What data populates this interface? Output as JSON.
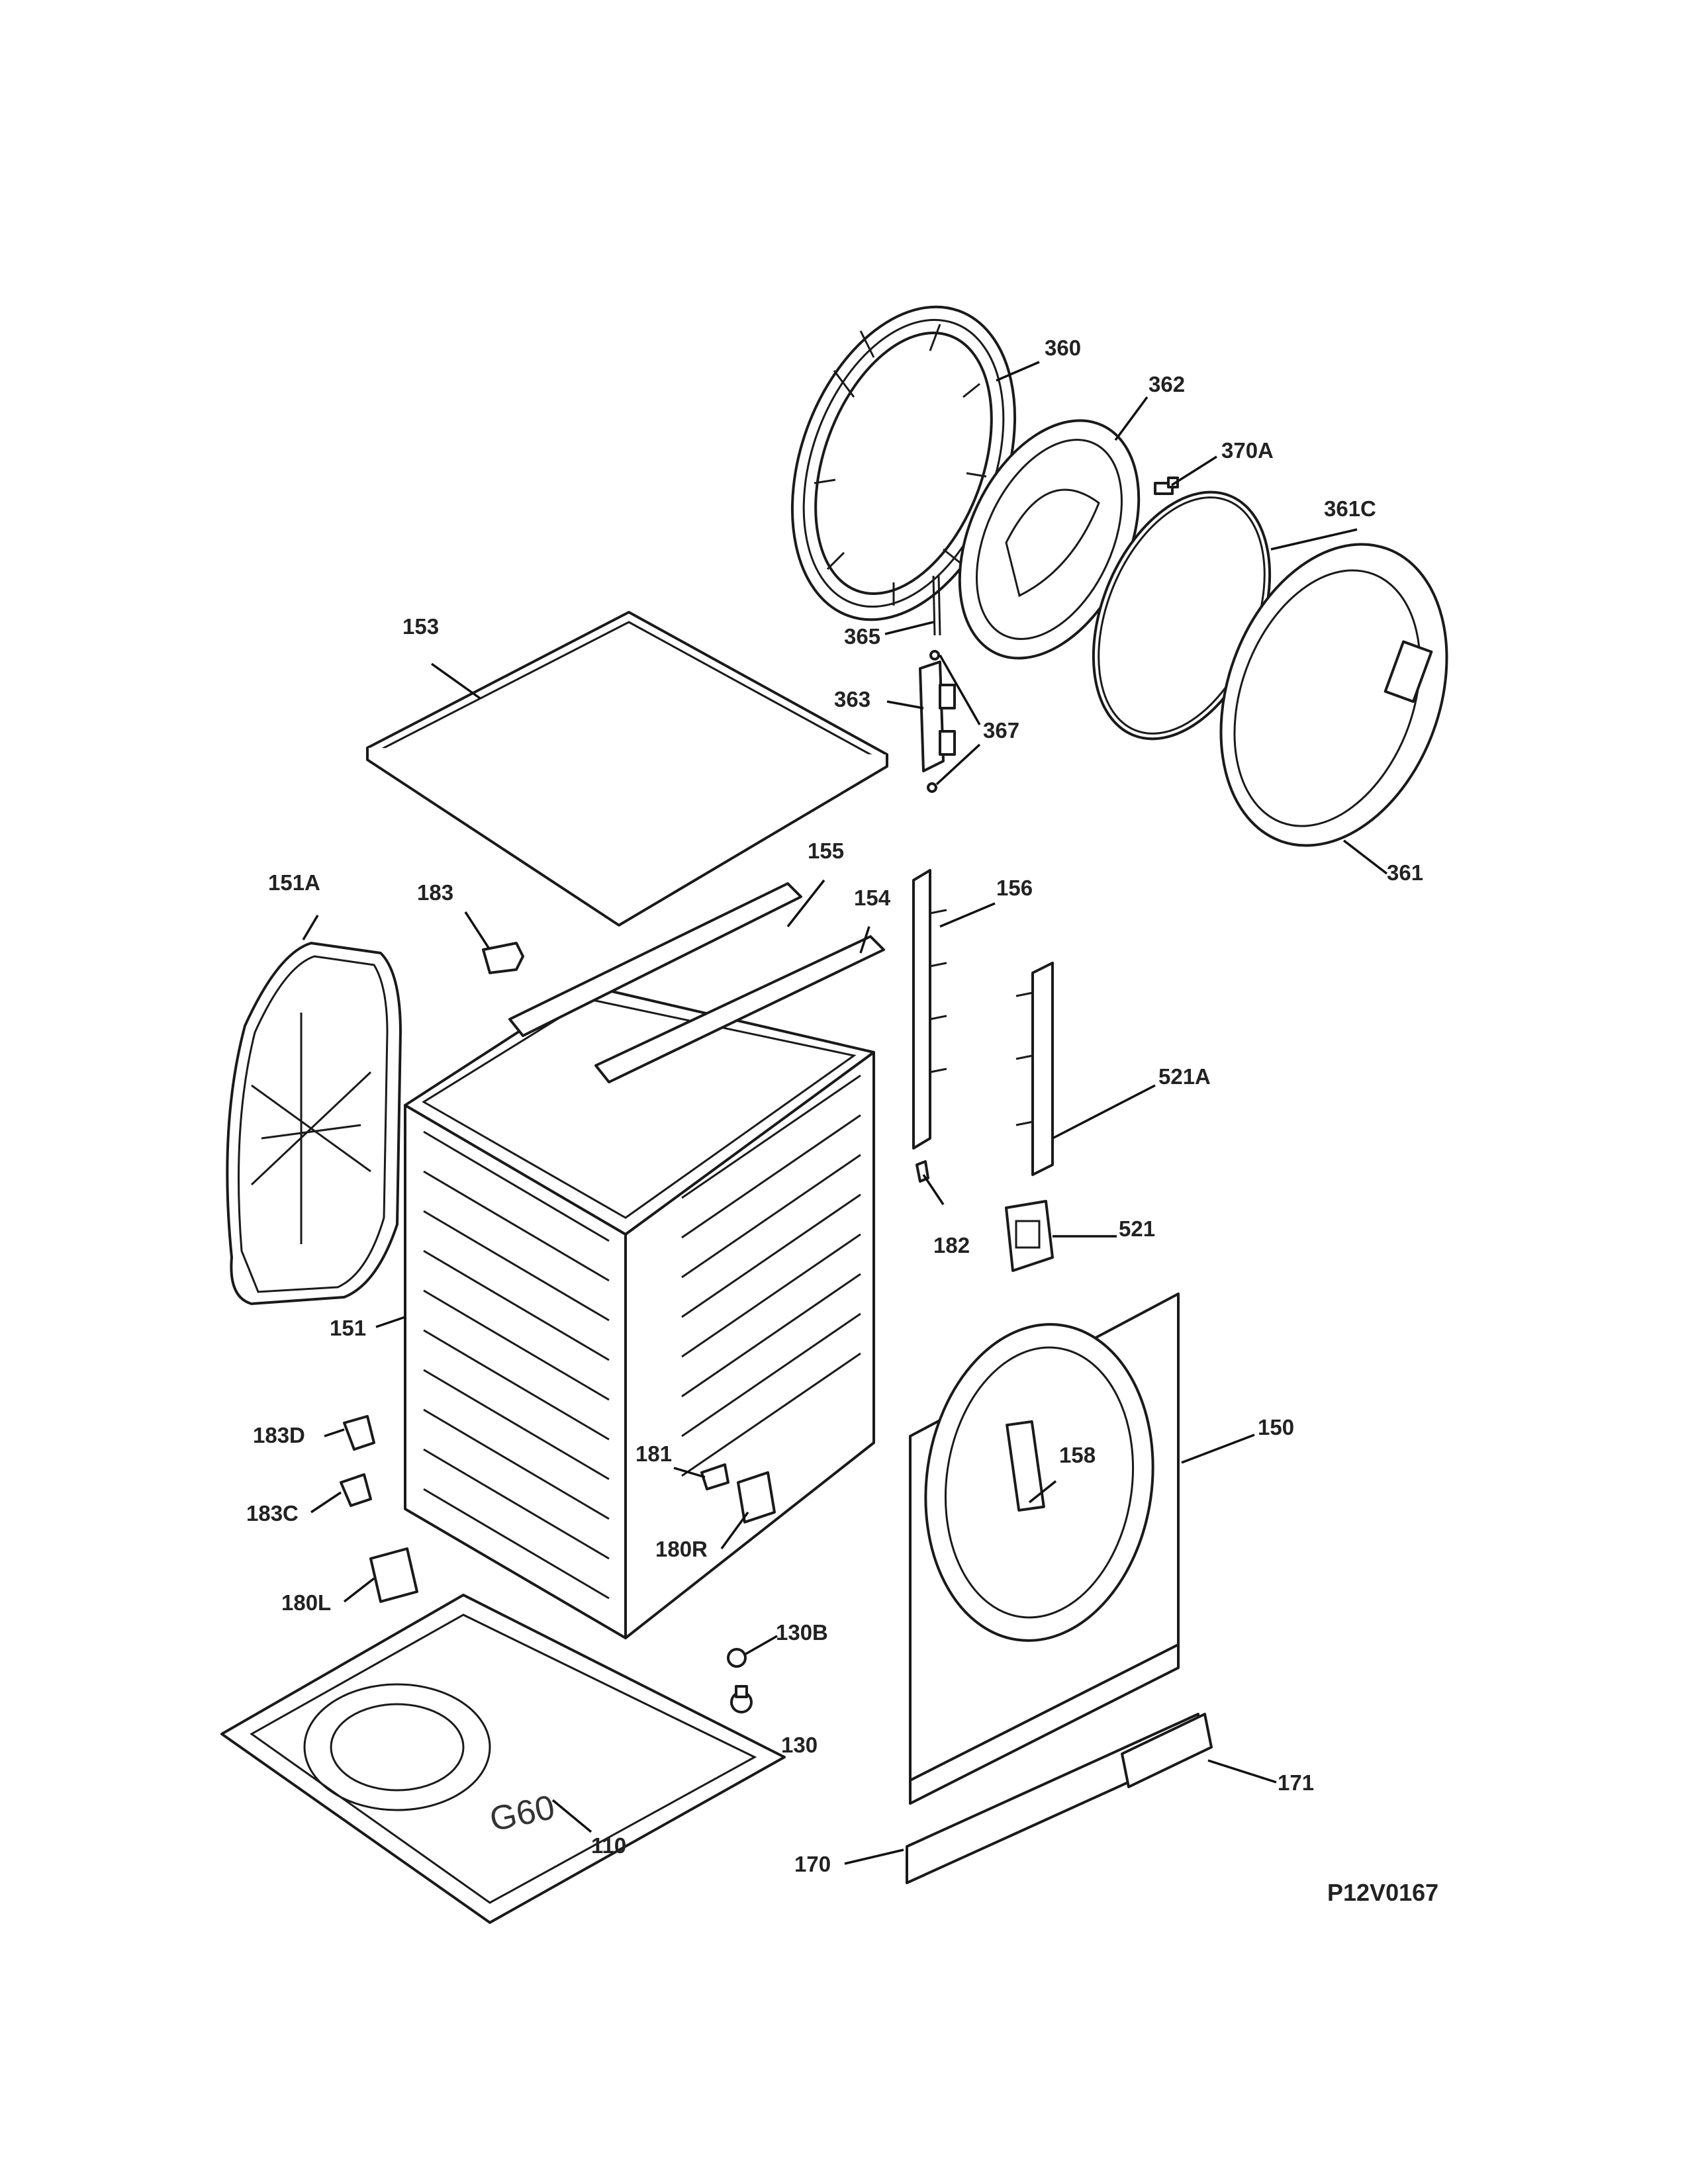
{
  "diagram_code": "P12V0167",
  "handwritten_mark": "G60",
  "callouts": [
    {
      "id": "360",
      "label": "360"
    },
    {
      "id": "362",
      "label": "362"
    },
    {
      "id": "370A",
      "label": "370A"
    },
    {
      "id": "361C",
      "label": "361C"
    },
    {
      "id": "153",
      "label": "153"
    },
    {
      "id": "365",
      "label": "365"
    },
    {
      "id": "363",
      "label": "363"
    },
    {
      "id": "367",
      "label": "367"
    },
    {
      "id": "361",
      "label": "361"
    },
    {
      "id": "151A",
      "label": "151A"
    },
    {
      "id": "183",
      "label": "183"
    },
    {
      "id": "155",
      "label": "155"
    },
    {
      "id": "154",
      "label": "154"
    },
    {
      "id": "156",
      "label": "156"
    },
    {
      "id": "521A",
      "label": "521A"
    },
    {
      "id": "182",
      "label": "182"
    },
    {
      "id": "521",
      "label": "521"
    },
    {
      "id": "151",
      "label": "151"
    },
    {
      "id": "150",
      "label": "150"
    },
    {
      "id": "183D",
      "label": "183D"
    },
    {
      "id": "158",
      "label": "158"
    },
    {
      "id": "181",
      "label": "181"
    },
    {
      "id": "183C",
      "label": "183C"
    },
    {
      "id": "180R",
      "label": "180R"
    },
    {
      "id": "180L",
      "label": "180L"
    },
    {
      "id": "130B",
      "label": "130B"
    },
    {
      "id": "130",
      "label": "130"
    },
    {
      "id": "171",
      "label": "171"
    },
    {
      "id": "110",
      "label": "110"
    },
    {
      "id": "170",
      "label": "170"
    }
  ]
}
